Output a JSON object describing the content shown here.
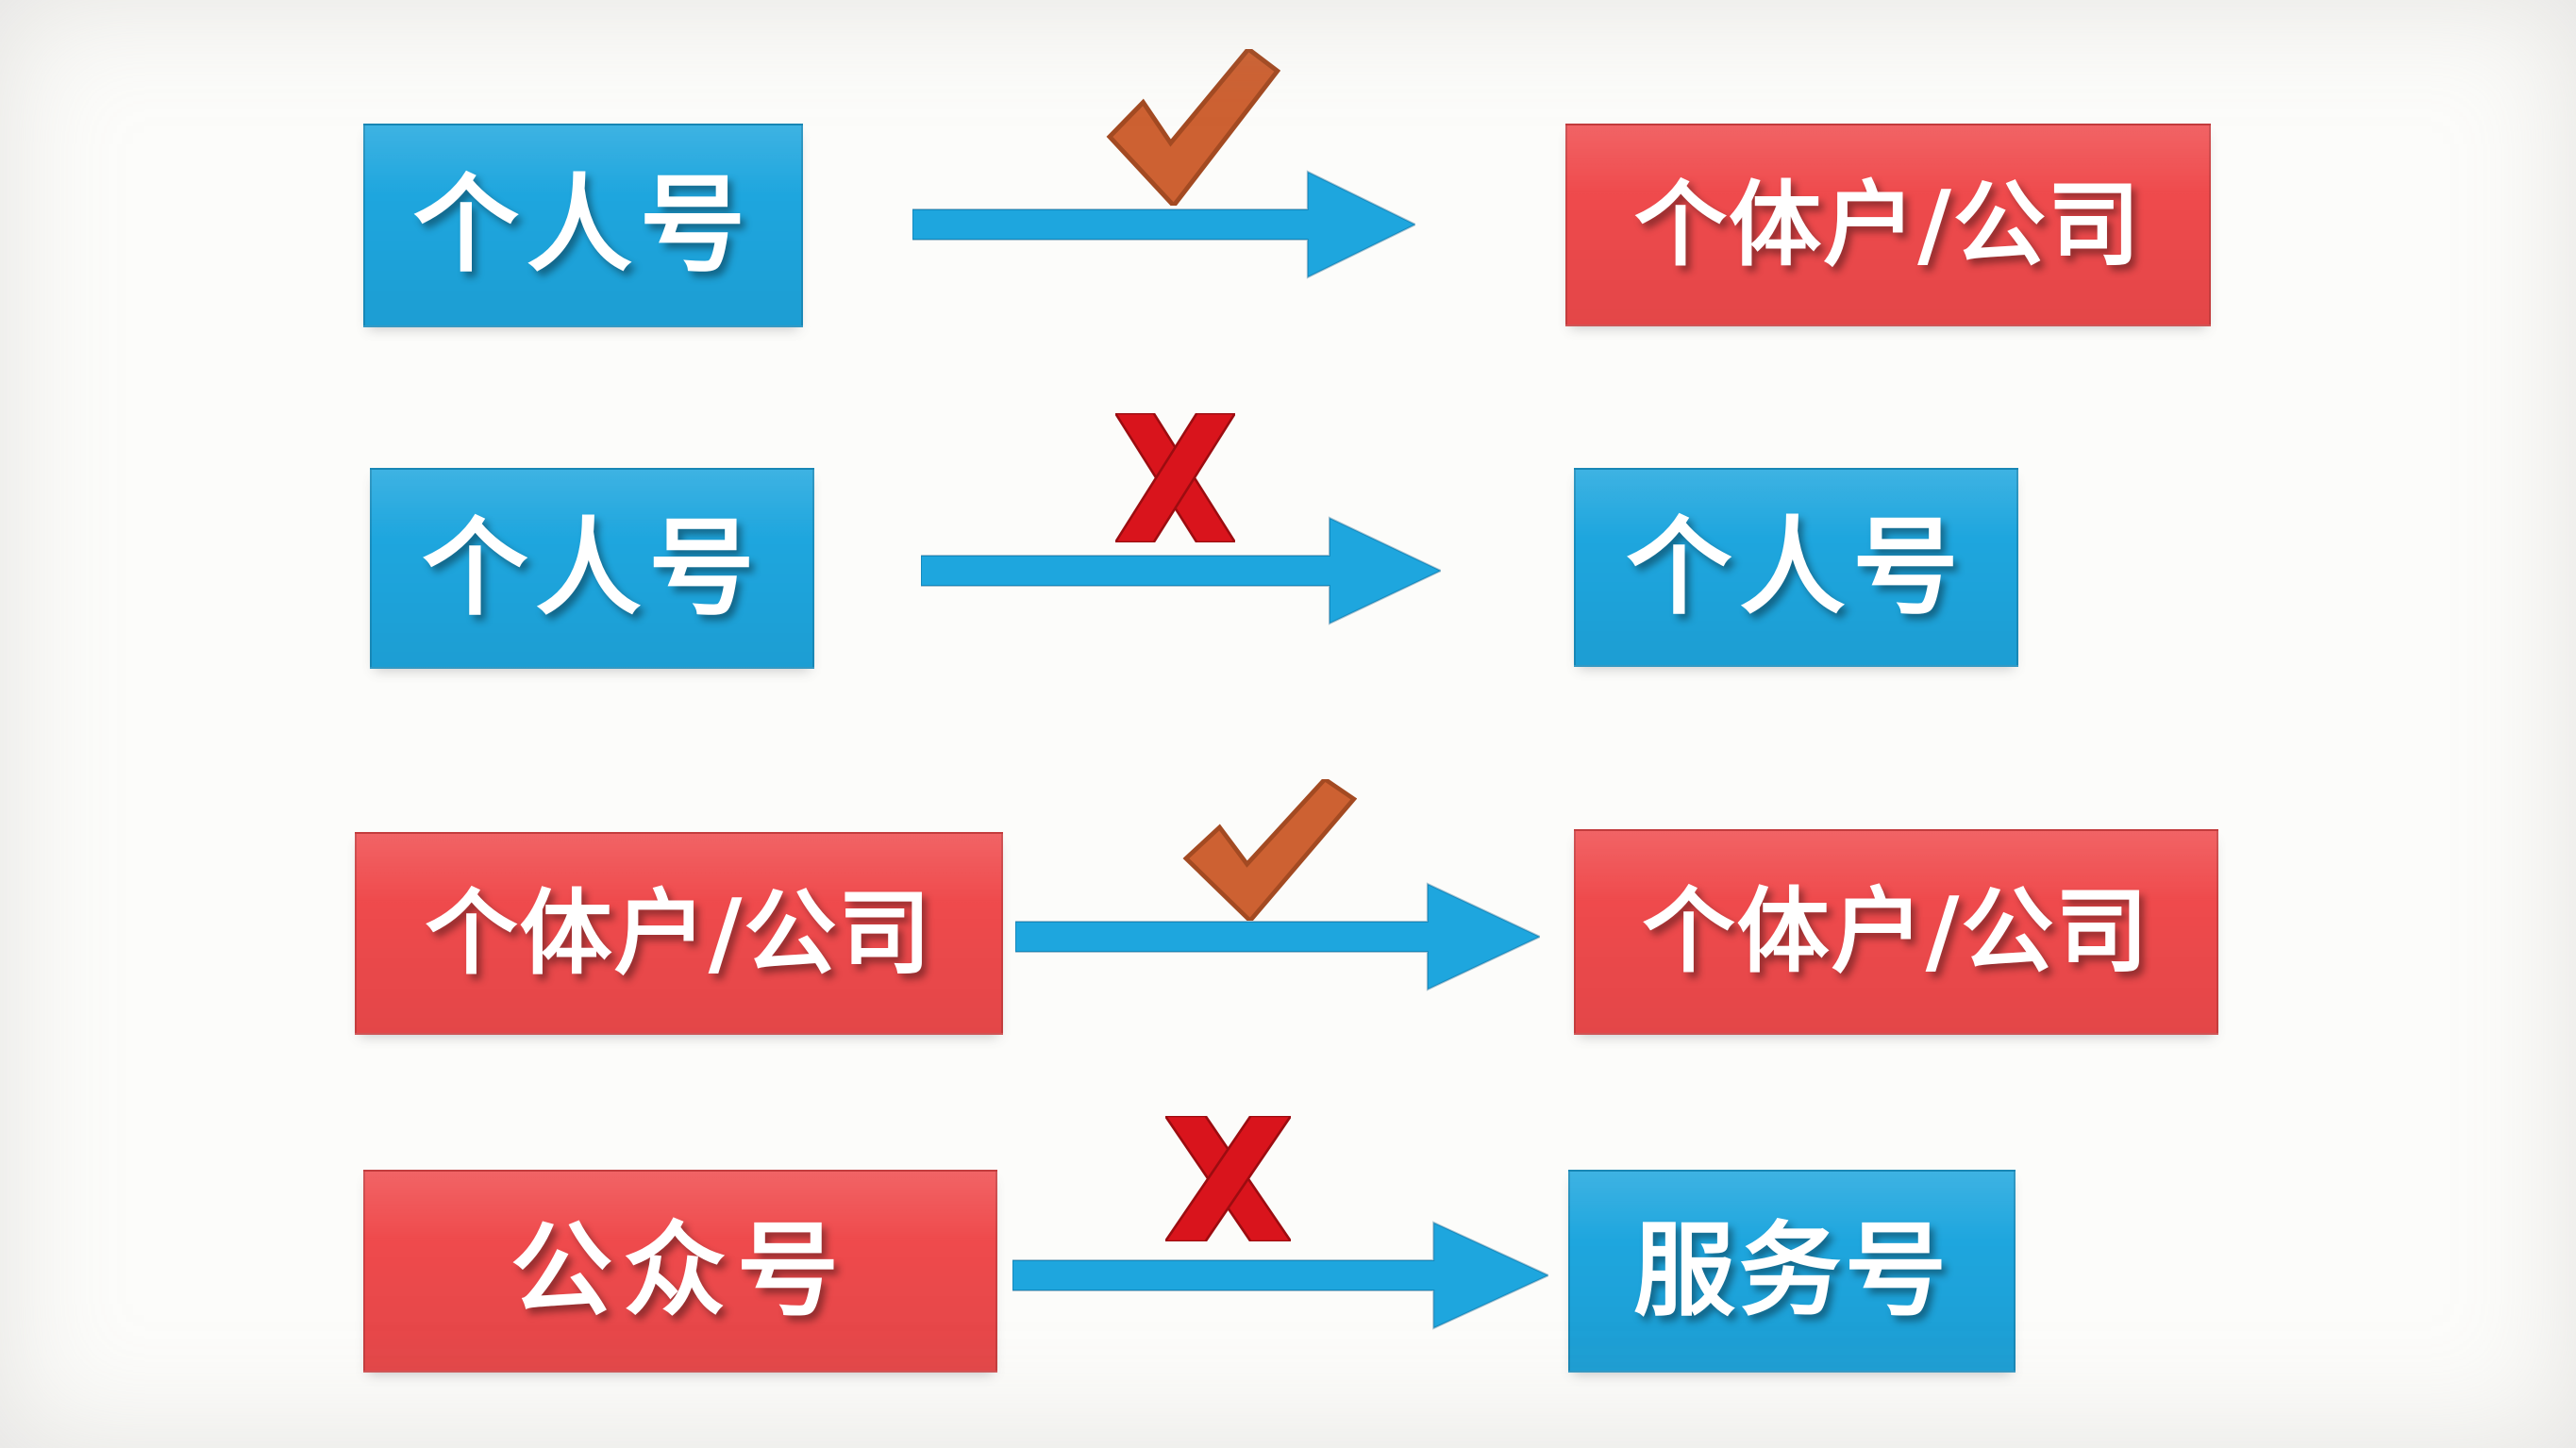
{
  "colors": {
    "box-blue": "#1ea6de",
    "box-red": "#ef4a4c",
    "check-orange": "#cd6132",
    "check-edge": "#a34a22",
    "cross-red": "#d9141c",
    "text-white": "#ffffff",
    "background": "#fcfcfa"
  },
  "rows": [
    {
      "source": {
        "label": "个人号",
        "color": "blue"
      },
      "mark": "check",
      "target": {
        "label": "个体户/公司",
        "color": "red"
      }
    },
    {
      "source": {
        "label": "个人号",
        "color": "blue"
      },
      "mark": "cross",
      "target": {
        "label": "个人号",
        "color": "blue"
      }
    },
    {
      "source": {
        "label": "个体户/公司",
        "color": "red"
      },
      "mark": "check",
      "target": {
        "label": "个体户/公司",
        "color": "red"
      }
    },
    {
      "source": {
        "label": "公众号",
        "color": "red"
      },
      "mark": "cross",
      "target": {
        "label": "服务号",
        "color": "blue"
      }
    }
  ]
}
